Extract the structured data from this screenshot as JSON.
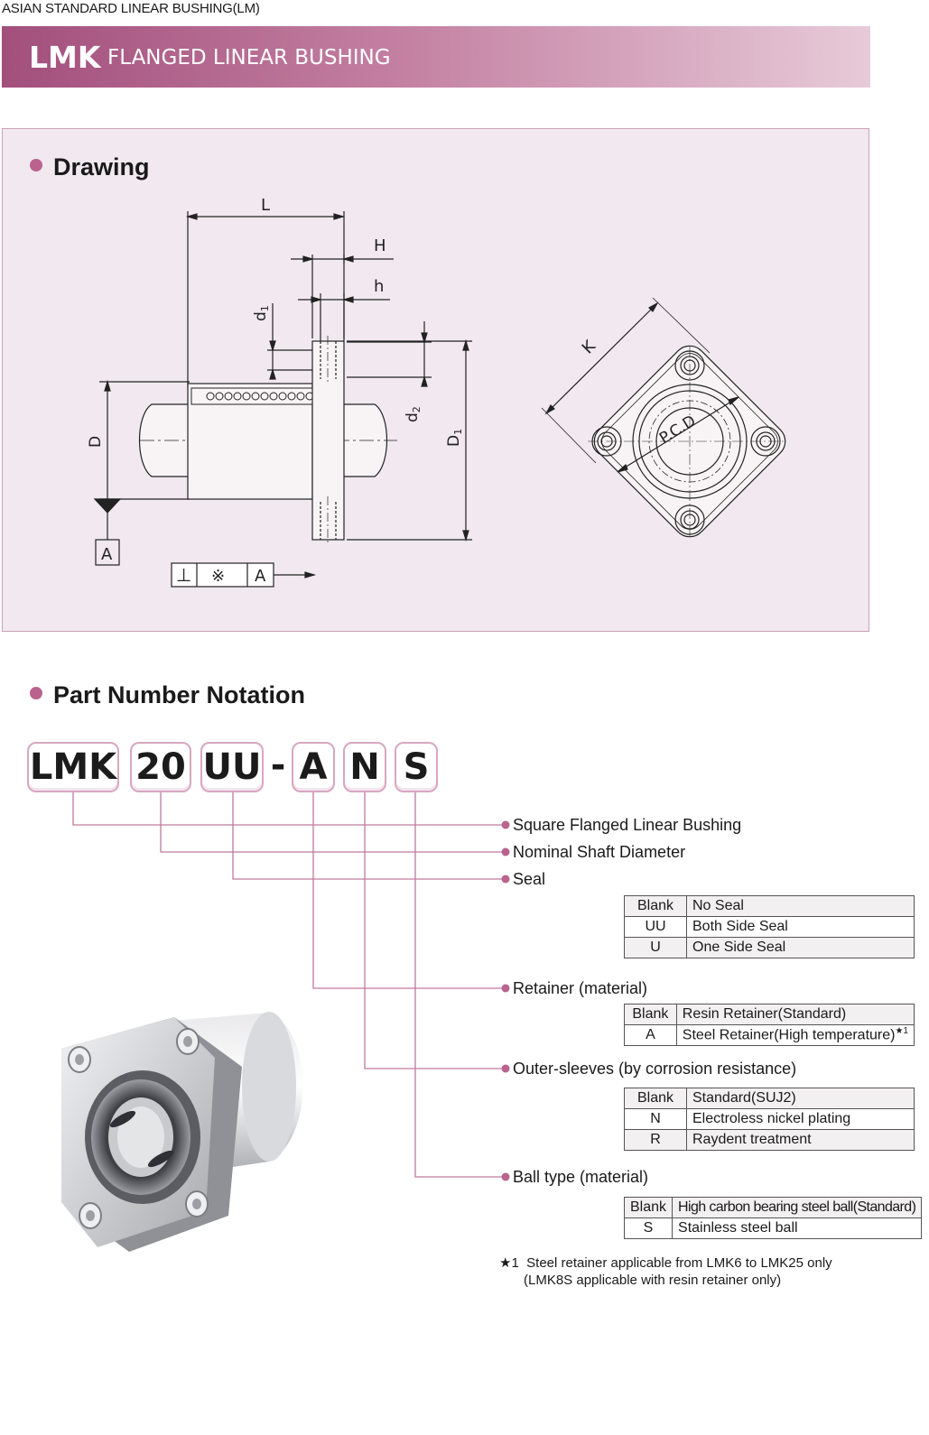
{
  "header": {
    "category": "ASIAN STANDARD LINEAR BUSHING(LM)",
    "model": "LMK",
    "subtitle": "FLANGED LINEAR BUSHING"
  },
  "drawing": {
    "title": "Drawing",
    "labels": {
      "L": "L",
      "H": "H",
      "h": "h",
      "d1": "d",
      "d1_sub": "1",
      "d2": "d",
      "d2_sub": "2",
      "D": "D",
      "D1": "D",
      "D1_sub": "1",
      "K": "K",
      "pcd": "P.C.D",
      "datum": "A",
      "tol_symbol": "⊥",
      "tol_value": "※",
      "tol_datum": "A"
    }
  },
  "part_number": {
    "title": "Part Number Notation",
    "segments": [
      "LMK",
      "20",
      "UU",
      "A",
      "N",
      "S"
    ],
    "dash": "-",
    "items": [
      {
        "label": "Square Flanged Linear Bushing"
      },
      {
        "label": "Nominal Shaft Diameter"
      },
      {
        "label": "Seal",
        "options": [
          [
            "Blank",
            "No Seal"
          ],
          [
            "UU",
            "Both Side Seal"
          ],
          [
            "U",
            "One Side Seal"
          ]
        ]
      },
      {
        "label": "Retainer (material)",
        "options": [
          [
            "Blank",
            "Resin Retainer(Standard)"
          ],
          [
            "A",
            "Steel Retainer(High temperature)"
          ]
        ]
      },
      {
        "label": "Outer-sleeves (by corrosion resistance)",
        "options": [
          [
            "Blank",
            "Standard(SUJ2)"
          ],
          [
            "N",
            "Electroless nickel plating"
          ],
          [
            "R",
            "Raydent treatment"
          ]
        ]
      },
      {
        "label": "Ball type (material)",
        "options": [
          [
            "Blank",
            "High carbon bearing steel ball(Standard)"
          ],
          [
            "S",
            "Stainless steel ball"
          ]
        ]
      }
    ],
    "footnote_mark": "★1",
    "footnote_sup": "★1",
    "footnote_line1": "Steel retainer applicable from LMK6 to LMK25 only",
    "footnote_line2": "(LMK8S applicable with resin retainer only)"
  },
  "colors": {
    "accent": "#b9638e",
    "panel": "#f1e9ef",
    "banner_start": "#a24f7c",
    "banner_end": "#e7cad8",
    "leader": "#c07a9e"
  }
}
